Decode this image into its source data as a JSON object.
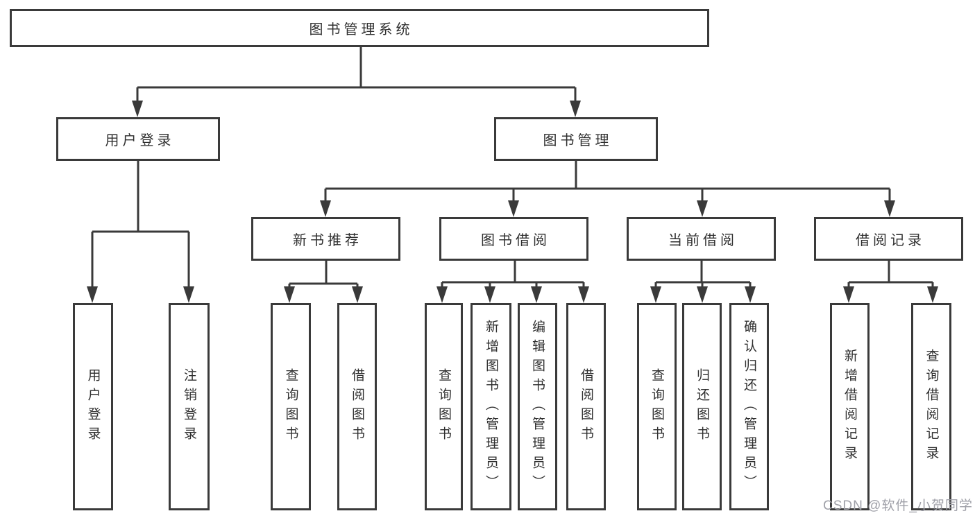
{
  "diagram": {
    "title": "图书管理系统",
    "level1": [
      {
        "label": "用户登录",
        "children": [
          {
            "label": "用户登录"
          },
          {
            "label": "注销登录"
          }
        ]
      },
      {
        "label": "图书管理",
        "children": [
          {
            "label": "新书推荐",
            "children": [
              {
                "label": "查询图书"
              },
              {
                "label": "借阅图书"
              }
            ]
          },
          {
            "label": "图书借阅",
            "children": [
              {
                "label": "查询图书"
              },
              {
                "label": "新增图书（管理员）"
              },
              {
                "label": "编辑图书（管理员）"
              },
              {
                "label": "借阅图书"
              }
            ]
          },
          {
            "label": "当前借阅",
            "children": [
              {
                "label": "查询图书"
              },
              {
                "label": "归还图书"
              },
              {
                "label": "确认归还（管理员）"
              }
            ]
          },
          {
            "label": "借阅记录",
            "children": [
              {
                "label": "新增借阅记录"
              },
              {
                "label": "查询借阅记录"
              }
            ]
          }
        ]
      }
    ],
    "watermark": "CSDN @软件_小贺同学",
    "colors": {
      "line": "#3a3a3a",
      "text": "#2f2f2f",
      "watermark": "#9fa0a8"
    }
  }
}
